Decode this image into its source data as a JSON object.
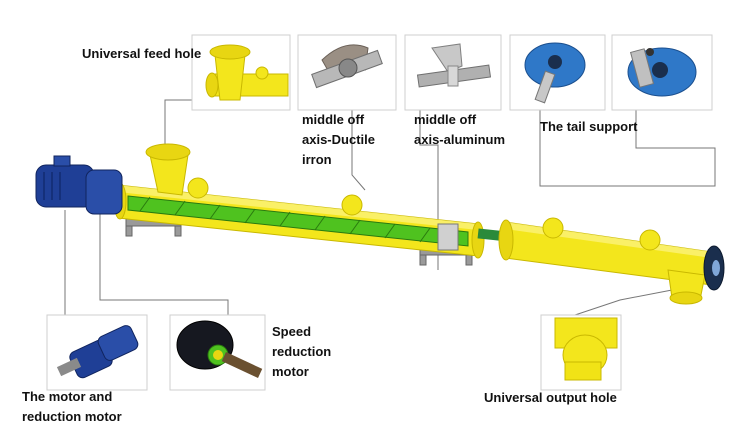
{
  "labels": {
    "feed_hole": "Universal feed hole",
    "ductile": [
      "middle off",
      "axis-Ductile",
      "irron"
    ],
    "aluminum": [
      "middle off",
      "axis-aluminum"
    ],
    "tail_support": "The tail support",
    "speed_motor": [
      "Speed",
      "reduction",
      "motor"
    ],
    "motor_reduction": [
      "The motor and",
      "reduction motor"
    ],
    "output_hole": "Universal output hole"
  },
  "colors": {
    "tube": "#f3e61c",
    "tube_edge": "#c9b800",
    "screw": "#4fc21f",
    "motor": "#1f3f96",
    "tail_disc": "#2f78c8",
    "bracket": "#8f8f8f",
    "frame": "#cfcfcf",
    "leader": "#777777"
  }
}
